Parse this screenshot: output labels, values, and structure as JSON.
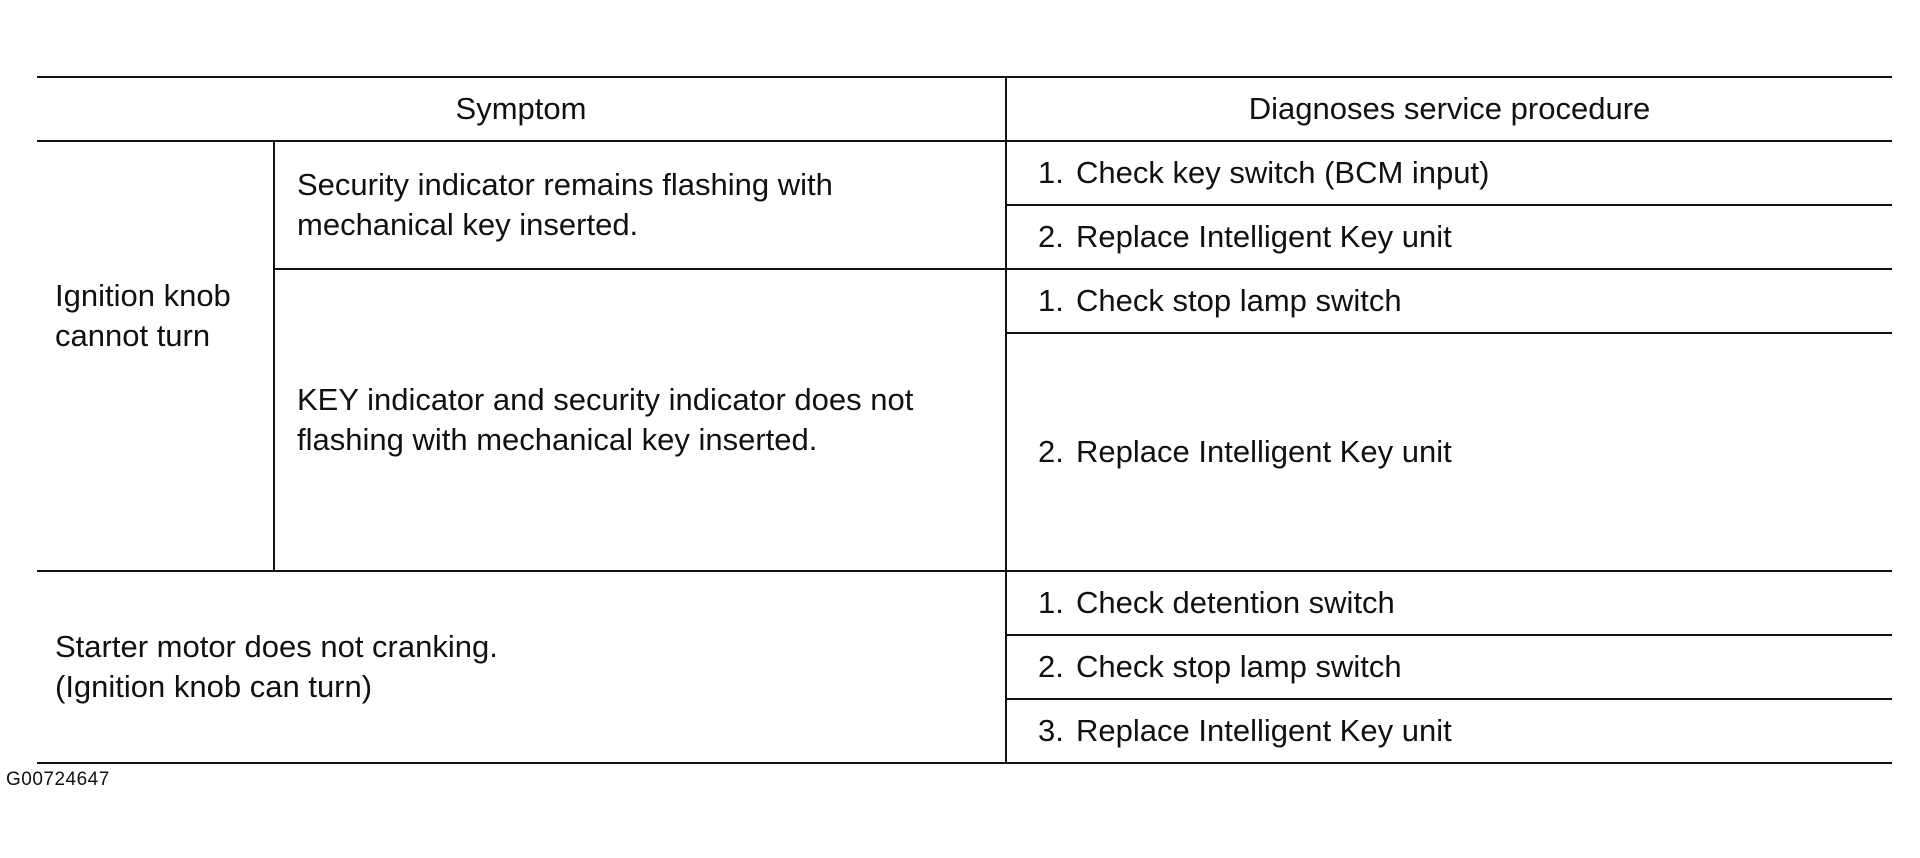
{
  "table": {
    "headers": {
      "symptom": "Symptom",
      "procedure": "Diagnoses service procedure"
    },
    "groups": [
      {
        "symptom": "Ignition knob cannot turn",
        "sub": [
          {
            "condition": "Security indicator remains flashing with mechanical key inserted.",
            "steps": [
              {
                "num": "1.",
                "text": "Check key switch (BCM input)"
              },
              {
                "num": "2.",
                "text": "Replace Intelligent Key unit"
              }
            ]
          },
          {
            "condition": "KEY indicator and security indicator does not flashing with mechanical key inserted.",
            "steps": [
              {
                "num": "1.",
                "text": "Check stop lamp switch"
              },
              {
                "num": "2.",
                "text": "Replace Intelligent Key unit"
              }
            ]
          }
        ]
      },
      {
        "symptom_line1": "Starter motor does not cranking.",
        "symptom_line2": "(Ignition knob can turn)",
        "steps": [
          {
            "num": "1.",
            "text": "Check detention switch"
          },
          {
            "num": "2.",
            "text": "Check stop lamp switch"
          },
          {
            "num": "3.",
            "text": "Replace Intelligent Key unit"
          }
        ]
      }
    ]
  },
  "figure_id": "G00724647"
}
